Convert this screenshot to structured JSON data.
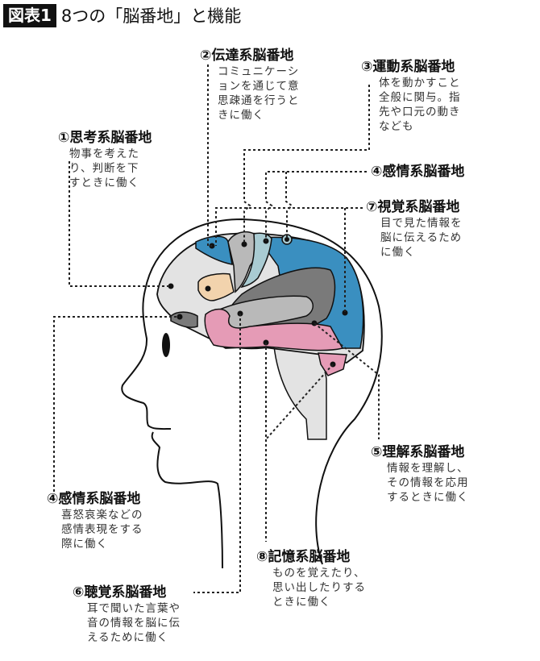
{
  "header": {
    "badge": "図表1",
    "title": "8つの「脳番地」と機能"
  },
  "labels": [
    {
      "id": "thinking",
      "number": "①",
      "title": "思考系脳番地",
      "desc": "物事を考えた\nり、判断を下\nすときに働く"
    },
    {
      "id": "transmission",
      "number": "②",
      "title": "伝達系脳番地",
      "desc": "コミュニケーシ\nョンを通じて意\n思疎通を行うと\nきに働く"
    },
    {
      "id": "motor",
      "number": "③",
      "title": "運動系脳番地",
      "desc": "体を動かすこと\n全般に関与。指\n先や口元の動き\nなども"
    },
    {
      "id": "emotion_top",
      "number": "④",
      "title": "感情系脳番地",
      "desc": ""
    },
    {
      "id": "visual",
      "number": "⑦",
      "title": "視覚系脳番地",
      "desc": "目で見た情報を\n脳に伝えるため\nに働く"
    },
    {
      "id": "understanding",
      "number": "⑤",
      "title": "理解系脳番地",
      "desc": "情報を理解し、\nその情報を応用\nするときに働く"
    },
    {
      "id": "emotion_bottom",
      "number": "④",
      "title": "感情系脳番地",
      "desc": "喜怒哀楽などの\n感情表現をする\n際に働く"
    },
    {
      "id": "memory",
      "number": "⑧",
      "title": "記憶系脳番地",
      "desc": "ものを覚えたり、\n思い出したりする\nときに働く"
    },
    {
      "id": "auditory",
      "number": "⑥",
      "title": "聴覚系脳番地",
      "desc": "耳で聞いた言葉や\n音の情報を脳に伝\nえるために働く"
    }
  ],
  "colors": {
    "blue": "#3a8fc0",
    "light_gray": "#e3e3e3",
    "mid_gray": "#b9b9b9",
    "dark_gray": "#7a7a7a",
    "pale_blue": "#a9cbd2",
    "peach": "#f2d3ad",
    "pink": "#e59bb6",
    "outline": "#111111"
  }
}
